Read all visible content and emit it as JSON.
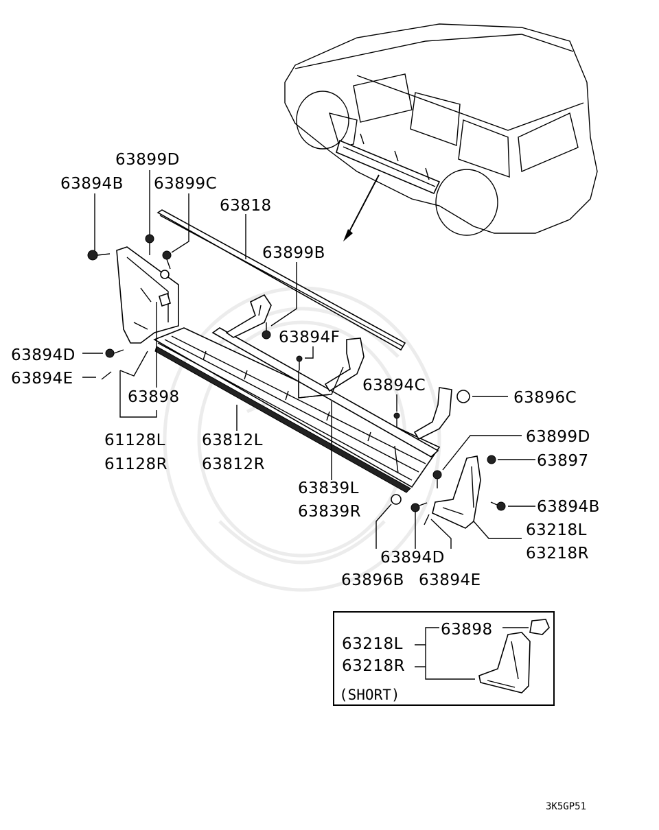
{
  "labels": {
    "l1": "63899D",
    "l2": "63894B",
    "l3": "63899C",
    "l4": "63818",
    "l5": "63899B",
    "l6": "63894F",
    "l7": "63894D",
    "l8": "63894E",
    "l9": "63898",
    "l10": "61128L",
    "l11": "61128R",
    "l12": "63812L",
    "l13": "63812R",
    "l14": "63894C",
    "l15": "63896C",
    "l16": "63899D",
    "l17": "63897",
    "l18": "63894B",
    "l19": "63839L",
    "l20": "63839R",
    "l21": "63218L",
    "l22": "63218R",
    "l23": "63894D",
    "l24": "63896B",
    "l25": "63894E"
  },
  "inset": {
    "part_top": "63898",
    "part_l": "63218L",
    "part_r": "63218R",
    "caption": "(SHORT)"
  },
  "diagram_code": "3K5GP51"
}
